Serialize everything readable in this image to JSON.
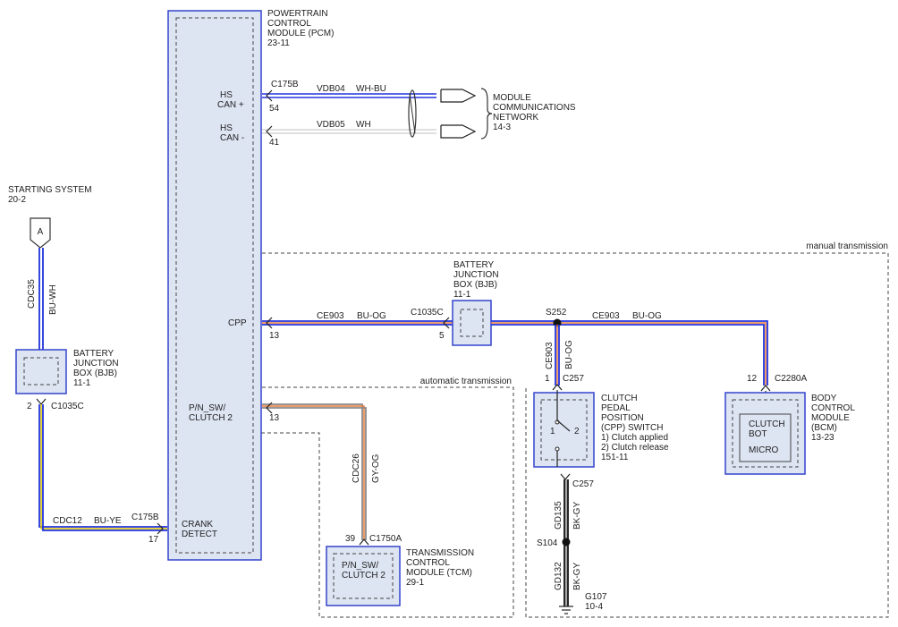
{
  "colors": {
    "module_fill": "#dde4f2",
    "module_border": "#3344cc",
    "blue": "#2233dd",
    "white": "#ffffff",
    "orange": "#e87a3a",
    "gray": "#8a8a8a",
    "yellow": "#d8c400",
    "black": "#111111",
    "purple": "#7a3c8c"
  },
  "pcm": {
    "l1": "POWERTRAIN",
    "l2": "CONTROL",
    "l3": "MODULE (PCM)",
    "l4": "23-11"
  },
  "pins": {
    "hs_can_plus_1": "HS",
    "hs_can_plus_2": "CAN +",
    "hs_can_minus_1": "HS",
    "hs_can_minus_2": "CAN -",
    "cpp": "CPP",
    "pn_1": "P/N_SW/",
    "pn_2": "CLUTCH 2",
    "crank_1": "CRANK",
    "crank_2": "DETECT"
  },
  "connectors": {
    "c175b_top": "C175B",
    "pin54": "54",
    "pin41": "41",
    "pin13_cpp": "13",
    "pin13_pn": "13",
    "c175b_bottom": "C175B",
    "pin17": "17",
    "c1035c_top": "C1035C",
    "pin5": "5",
    "c1035c_left": "C1035C",
    "pin2": "2",
    "s252": "S252",
    "c257_top": "C257",
    "pin1": "1",
    "c257_bottom": "C257",
    "s104": "S104",
    "c2280a": "C2280A",
    "pin12": "12",
    "c1750a": "C1750A",
    "pin39": "39",
    "g107_1": "G107",
    "g107_2": "10-4"
  },
  "wires": {
    "vdb04": "VDB04",
    "wh_bu": "WH-BU",
    "vdb05": "VDB05",
    "wh": "WH",
    "ce903_a": "CE903",
    "bu_og_a": "BU-OG",
    "ce903_b": "CE903",
    "bu_og_b": "BU-OG",
    "ce903_c": "CE903",
    "bu_og_c": "BU-OG",
    "cdc35": "CDC35",
    "bu_wh": "BU-WH",
    "cdc12": "CDC12",
    "bu_ye": "BU-YE",
    "cdc26": "CDC26",
    "gy_og": "GY-OG",
    "gd135": "GD135",
    "bk_gy_a": "BK-GY",
    "gd132": "GD132",
    "bk_gy_b": "BK-GY"
  },
  "network": {
    "l1": "MODULE",
    "l2": "COMMUNICATIONS",
    "l3": "NETWORK",
    "l4": "14-3"
  },
  "starting": {
    "l1": "STARTING SYSTEM",
    "l2": "20-2",
    "conn": "A"
  },
  "bjb_left": {
    "l1": "BATTERY",
    "l2": "JUNCTION",
    "l3": "BOX (BJB)",
    "l4": "11-1"
  },
  "bjb_mid": {
    "l1": "BATTERY",
    "l2": "JUNCTION",
    "l3": "BOX (BJB)",
    "l4": "11-1"
  },
  "regions": {
    "manual": "manual transmission",
    "automatic": "automatic transmission"
  },
  "cpp_switch": {
    "l1": "CLUTCH",
    "l2": "PEDAL",
    "l3": "POSITION",
    "l4": "(CPP) SWITCH",
    "l5": "1) Clutch applied",
    "l6": "2) Clutch release",
    "l7": "151-11",
    "contact1": "1",
    "contact2": "2"
  },
  "bcm": {
    "l1": "BODY",
    "l2": "CONTROL",
    "l3": "MODULE",
    "l4": "(BCM)",
    "l5": "13-23",
    "in1": "CLUTCH",
    "in2": "BOT",
    "in3": "MICRO"
  },
  "tcm": {
    "l1": "TRANSMISSION",
    "l2": "CONTROL",
    "l3": "MODULE (TCM)",
    "l4": "29-1",
    "in1": "P/N_SW/",
    "in2": "CLUTCH 2"
  }
}
